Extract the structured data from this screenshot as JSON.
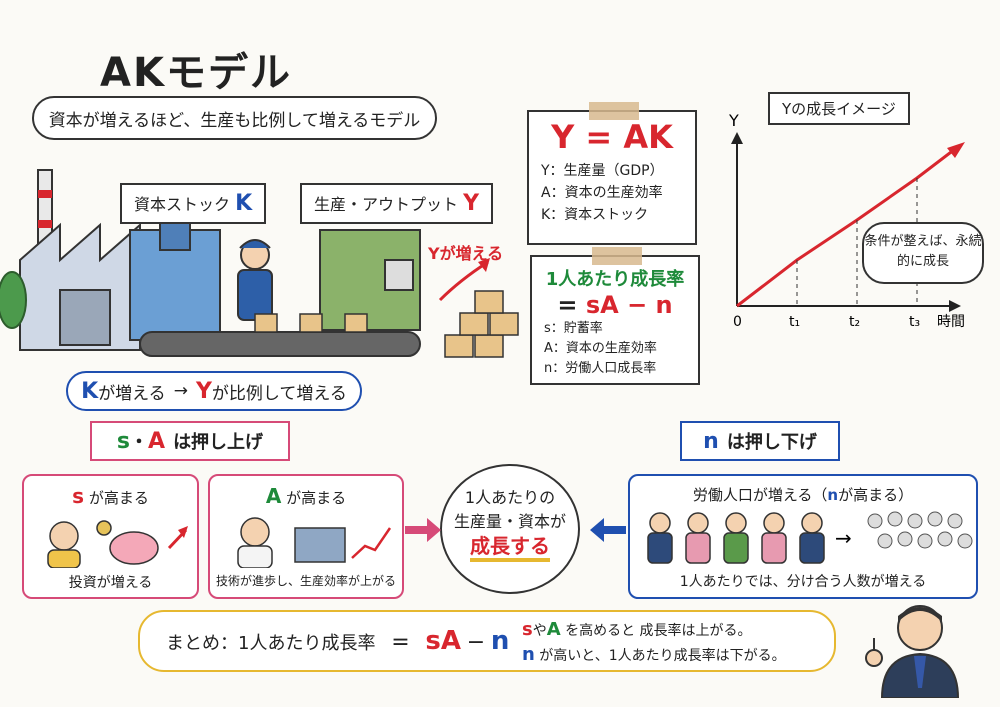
{
  "title": "AKモデル",
  "subtitle": "資本が増えるほど、生産も比例して増えるモデル",
  "factory": {
    "capital_label": "資本ストック",
    "capital_symbol": "K",
    "output_label": "生産・アウトプット",
    "output_symbol": "Y",
    "y_increase": "Yが増える",
    "relation_k": "K",
    "relation_k_text": "が増える",
    "relation_arrow": "→",
    "relation_y": "Y",
    "relation_y_text": "が比例して増える"
  },
  "formula_card": {
    "formula": "Y = AK",
    "defs": [
      "Y：生産量（GDP）",
      "A：資本の生産効率",
      "K：資本ストック"
    ]
  },
  "growth_card": {
    "title": "1人あたり成長率",
    "formula_eq": "=",
    "formula_s": "s",
    "formula_a": "A",
    "formula_minus": "−",
    "formula_n": "n",
    "defs": [
      "s：貯蓄率",
      "A：資本の生産効率",
      "n：労働人口成長率"
    ]
  },
  "chart_data": {
    "type": "line",
    "title": "Yの成長イメージ",
    "ylabel": "Y",
    "xlabel": "時間",
    "origin_label": "0",
    "x": [
      "0",
      "t1",
      "t2",
      "t3"
    ],
    "tick_labels": [
      "t₁",
      "t₂",
      "t₃"
    ],
    "annotation": "条件が整えば、永続的に成長"
  },
  "push_up": {
    "label_s": "s",
    "label_dot": "・",
    "label_a": "A",
    "label_text": "は押し上げ",
    "s_panel_symbol": "s",
    "s_panel_title": "が高まる",
    "s_panel_caption": "投資が増える",
    "a_panel_symbol": "A",
    "a_panel_title": "が高まる",
    "a_panel_caption": "技術が進歩し、生産効率が上がる"
  },
  "center": {
    "line1": "1人あたりの",
    "line2": "生産量・資本が",
    "line3": "成長する"
  },
  "push_down": {
    "label_n": "n",
    "label_text": "は押し下げ",
    "panel_title_a": "労働人口が増える（",
    "panel_title_n": "n",
    "panel_title_b": "が高まる）",
    "panel_caption": "1人あたりでは、分け合う人数が増える"
  },
  "summary": {
    "label": "まとめ：1人あたり成長率",
    "eq": "=",
    "s": "s",
    "a": "A",
    "minus": "−",
    "n": "n",
    "line1_s": "s",
    "line1_ya": "や",
    "line1_a": "A",
    "line1_text": "を高めると 成長率は上がる。",
    "line2_n": "n",
    "line2_text": "が高いと、1人あたり成長率は下がる。"
  },
  "colors": {
    "red": "#d8262e",
    "blue": "#1f4fb0",
    "green": "#1e8a3a",
    "pink": "#d64a78",
    "yellow": "#e6b830"
  }
}
